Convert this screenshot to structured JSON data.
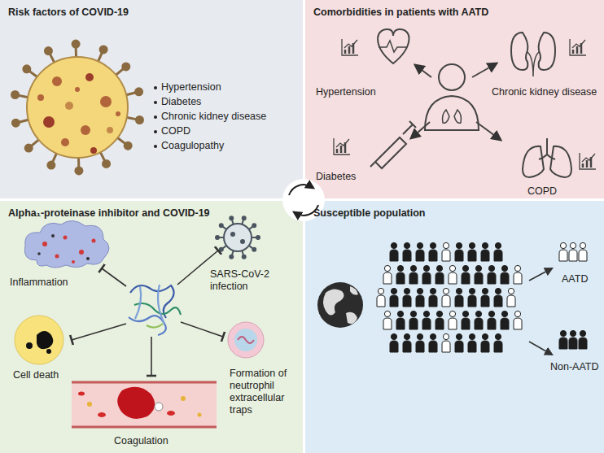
{
  "diagram": {
    "nodes": [
      {
        "text": [
          "Risk factors of COVID-19"
        ]
      },
      {
        "text": [
          "Comorbidities in patients with AATD"
        ]
      },
      {
        "text": [
          "Alpha₁-proteinase inhibitor and COVID-19"
        ]
      },
      {
        "text": [
          "Susceptible population"
        ]
      }
    ],
    "labels": [
      "Hypertension",
      "Diabetes",
      "Chronic kidney disease",
      "COPD",
      "Coagulopathy",
      "Hypertension",
      "Chronic kidney disease",
      "Diabetes",
      "COPD",
      "Inflammation",
      "SARS-CoV-2 infection",
      "Cell death",
      "Coagulation",
      "Formation of neutrophil extracellular traps",
      "AATD",
      "Non-AATD"
    ]
  }
}
